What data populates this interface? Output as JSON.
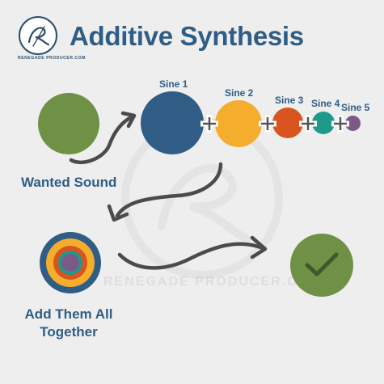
{
  "title": "Additive Synthesis",
  "brand": {
    "logo_name": "renegade-producer-logo",
    "subtext": "RENEGADE PRODUCER.COM"
  },
  "watermark": "RENEGADE PRODUCER.COM",
  "colors": {
    "title": "#2f5d86",
    "label": "#2f5d86",
    "green": "#6e9146",
    "blue": "#2f5d86",
    "yellow": "#f4ad2d",
    "orange": "#d9541f",
    "teal": "#1e9a8a",
    "purple": "#7c5a88",
    "arrow": "#4b4b4b"
  },
  "wanted_sound": {
    "label": "Wanted Sound"
  },
  "sines": [
    {
      "label": "Sine 1",
      "color": "#2f5d86"
    },
    {
      "label": "Sine 2",
      "color": "#f4ad2d"
    },
    {
      "label": "Sine 3",
      "color": "#d9541f"
    },
    {
      "label": "Sine 4",
      "color": "#1e9a8a"
    },
    {
      "label": "Sine 5",
      "color": "#7c5a88"
    }
  ],
  "combined": {
    "label_line1": "Add Them All",
    "label_line2": "Together"
  },
  "result": {
    "icon": "checkmark-icon"
  }
}
